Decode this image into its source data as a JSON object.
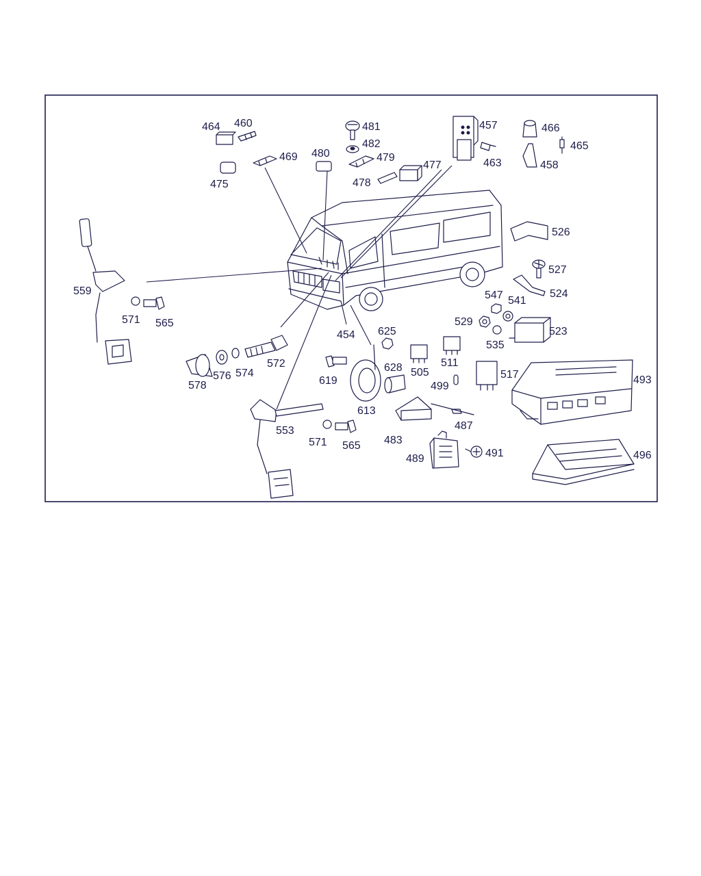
{
  "diagram": {
    "callouts": [
      {
        "id": "464",
        "text": "464"
      },
      {
        "id": "460",
        "text": "460"
      },
      {
        "id": "475",
        "text": "475"
      },
      {
        "id": "469",
        "text": "469"
      },
      {
        "id": "480",
        "text": "480"
      },
      {
        "id": "481",
        "text": "481"
      },
      {
        "id": "482",
        "text": "482"
      },
      {
        "id": "479",
        "text": "479"
      },
      {
        "id": "478",
        "text": "478"
      },
      {
        "id": "477",
        "text": "477"
      },
      {
        "id": "457",
        "text": "457"
      },
      {
        "id": "463",
        "text": "463"
      },
      {
        "id": "466",
        "text": "466"
      },
      {
        "id": "465",
        "text": "465"
      },
      {
        "id": "458",
        "text": "458"
      },
      {
        "id": "526",
        "text": "526"
      },
      {
        "id": "527",
        "text": "527"
      },
      {
        "id": "524",
        "text": "524"
      },
      {
        "id": "547",
        "text": "547"
      },
      {
        "id": "541",
        "text": "541"
      },
      {
        "id": "529",
        "text": "529"
      },
      {
        "id": "535",
        "text": "535"
      },
      {
        "id": "523",
        "text": "523"
      },
      {
        "id": "559",
        "text": "559"
      },
      {
        "id": "571a",
        "text": "571"
      },
      {
        "id": "565a",
        "text": "565"
      },
      {
        "id": "454",
        "text": "454"
      },
      {
        "id": "625",
        "text": "625"
      },
      {
        "id": "572",
        "text": "572"
      },
      {
        "id": "574",
        "text": "574"
      },
      {
        "id": "576",
        "text": "576"
      },
      {
        "id": "578",
        "text": "578"
      },
      {
        "id": "619",
        "text": "619"
      },
      {
        "id": "628",
        "text": "628"
      },
      {
        "id": "505",
        "text": "505"
      },
      {
        "id": "511",
        "text": "511"
      },
      {
        "id": "517",
        "text": "517"
      },
      {
        "id": "493",
        "text": "493"
      },
      {
        "id": "499",
        "text": "499"
      },
      {
        "id": "613",
        "text": "613"
      },
      {
        "id": "553",
        "text": "553"
      },
      {
        "id": "571b",
        "text": "571"
      },
      {
        "id": "565b",
        "text": "565"
      },
      {
        "id": "483",
        "text": "483"
      },
      {
        "id": "487",
        "text": "487"
      },
      {
        "id": "489",
        "text": "489"
      },
      {
        "id": "491",
        "text": "491"
      },
      {
        "id": "496",
        "text": "496"
      }
    ]
  }
}
